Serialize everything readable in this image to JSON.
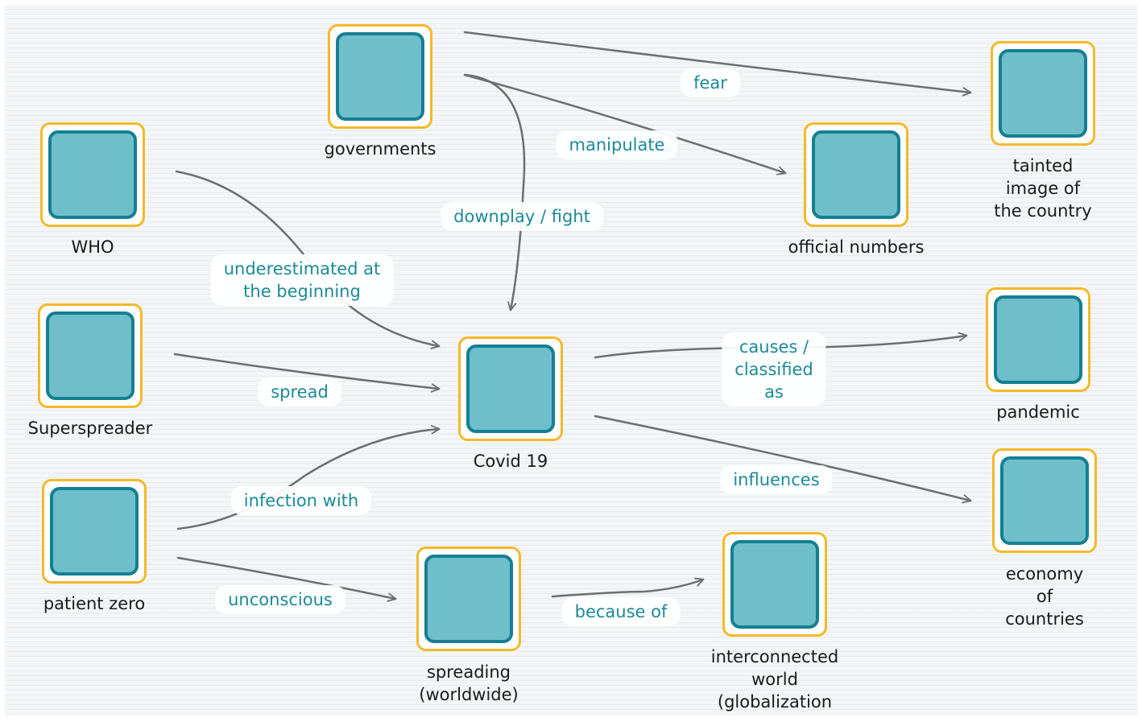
{
  "colors": {
    "node_border": "#f3b929",
    "node_inner_border": "#157f93",
    "node_fill": "#6fbfcb",
    "edge_label_text": "#1b8a97",
    "arrow": "#6e6e6e"
  },
  "nodes": {
    "governments": "governments",
    "who": "WHO",
    "superspreader": "Superspreader",
    "patient_zero": "patient zero",
    "covid19": "Covid 19",
    "official_numbers": "official numbers",
    "tainted_image": "tainted image of\nthe country",
    "pandemic": "pandemic",
    "economy": "economy of\ncountries",
    "spreading": "spreading\n(worldwide)",
    "interconnected": "interconnected\nworld\n(globalization"
  },
  "edges": {
    "fear": "fear",
    "manipulate": "manipulate",
    "downplay_fight": "downplay / fight",
    "underestimated": "underestimated at\nthe beginning",
    "spread": "spread",
    "infection_with": "infection with",
    "unconscious": "unconscious",
    "because_of": "because of",
    "causes": "causes /\nclassified\nas",
    "influences": "influences"
  }
}
